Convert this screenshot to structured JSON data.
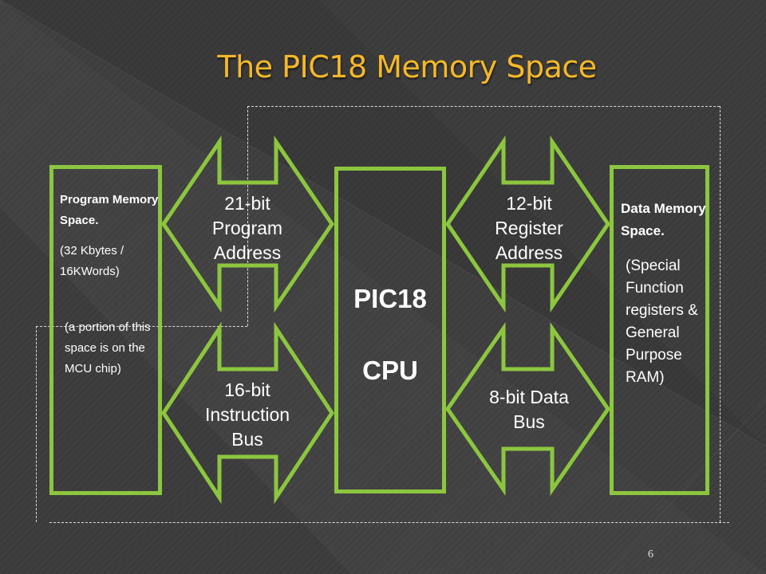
{
  "title": "The PIC18 Memory Space",
  "program_memory": {
    "heading": "Program Memory Space.",
    "size": "(32 Kbytes / 16KWords)",
    "note": "(a portion of this space is on the MCU chip)"
  },
  "cpu": {
    "line1": "PIC18",
    "line2": "CPU"
  },
  "data_memory": {
    "heading": "Data Memory Space.",
    "note": "(Special Function registers & General Purpose RAM)"
  },
  "arrows": {
    "program_address": {
      "line1": "21-bit",
      "line2": "Program",
      "line3": "Address"
    },
    "instruction_bus": {
      "line1": "16-bit",
      "line2": "Instruction",
      "line3": "Bus"
    },
    "register_address": {
      "line1": "12-bit",
      "line2": "Register",
      "line3": "Address"
    },
    "data_bus": {
      "line1": "8-bit Data",
      "line2": "Bus"
    }
  },
  "slide_number": "6",
  "colors": {
    "accent_green": "#8cc63f",
    "title_gold": "#f6b828",
    "background": "#3d3d3d"
  }
}
